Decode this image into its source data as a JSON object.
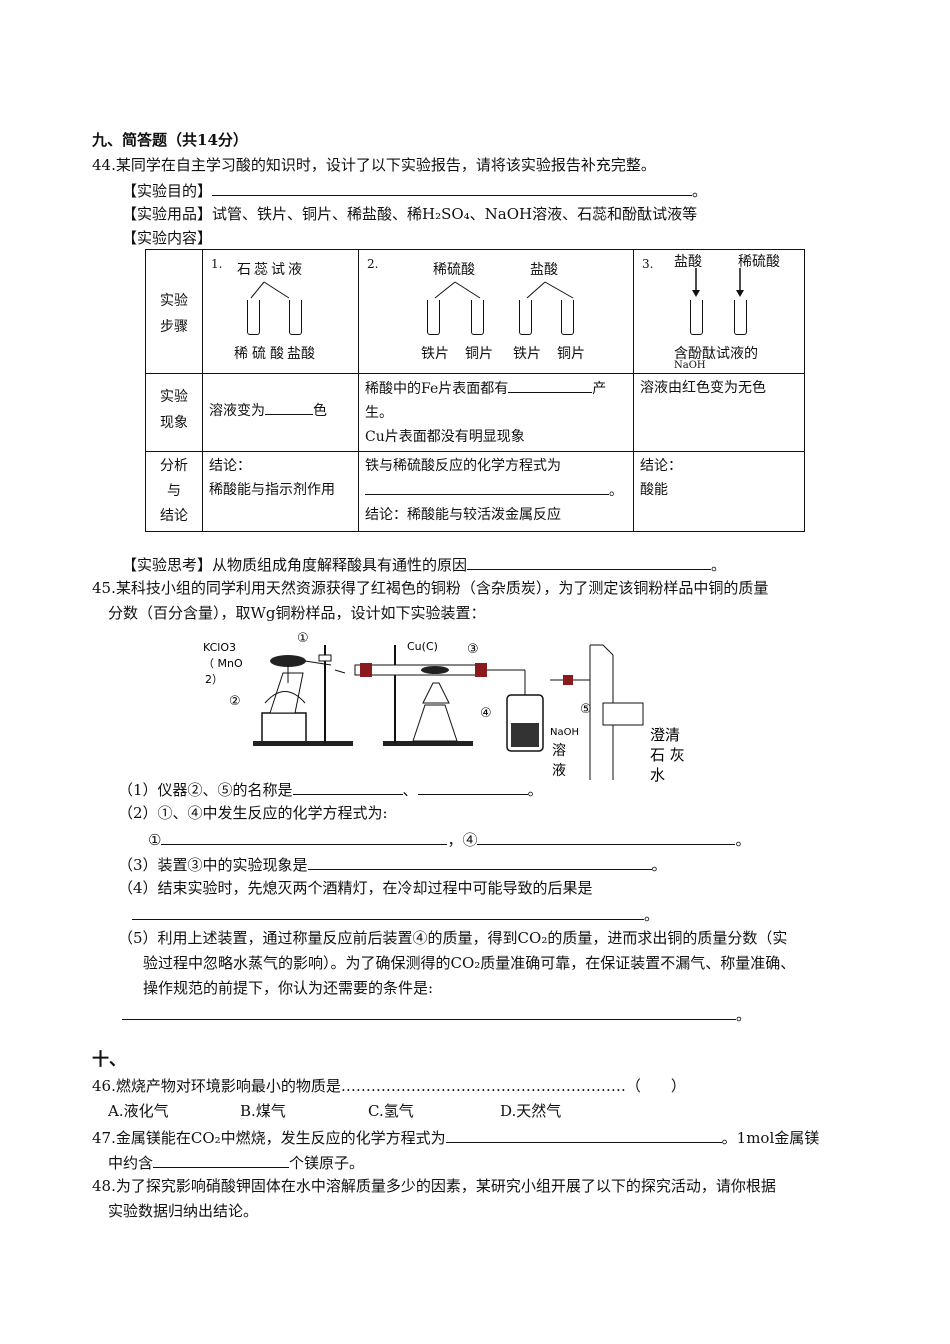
{
  "section9": {
    "title": "九、简答题（共14分）",
    "q44": {
      "stem": "44.某同学在自主学习酸的知识时，设计了以下实验报告，请将该实验报告补充完整。",
      "purpose_label": "【实验目的】",
      "purpose_end": "。",
      "supplies": "【实验用品】试管、铁片、铜片、稀盐酸、稀H₂SO₄、NaOH溶液、石蕊和酚酞试液等",
      "content_label": "【实验内容】",
      "table": {
        "row_steps": "实验步骤",
        "row_steps_a": "实验",
        "row_steps_b": "步骤",
        "row_phen_a": "实验",
        "row_phen_b": "现象",
        "row_conc_a": "分析",
        "row_conc_b": "与",
        "row_conc_c": "结论",
        "c1": {
          "num": "1.",
          "reagent": "石蕊试液",
          "tube_left": "稀硫酸",
          "tube_right": "盐酸",
          "phenomenon_pre": "溶液变为",
          "phenomenon_post": "色",
          "conc_label": "结论：",
          "conc_text": "稀酸能与指示剂作用"
        },
        "c2": {
          "num": "2.",
          "reagent_left": "稀硫酸",
          "reagent_right": "盐酸",
          "tube1": "铁片",
          "tube2": "铜片",
          "tube3": "铁片",
          "tube4": "铜片",
          "phen_line1_pre": "稀酸中的Fe片表面都有",
          "phen_line1_post": "产",
          "phen_line2": "生。",
          "phen_line3": "Cu片表面都没有明显现象",
          "conc_line1": "铁与稀硫酸反应的化学方程式为",
          "conc_line2_end": "。",
          "conc_line3": "结论：稀酸能与较活泼金属反应"
        },
        "c3": {
          "num": "3.",
          "reagent_left": "盐酸",
          "reagent_right": "稀硫酸",
          "bottom": "含酚酞试液的",
          "bottom_small": "NaOH",
          "phenomenon": "溶液由红色变为无色",
          "conc_label": "结论：",
          "conc_text": "酸能"
        }
      },
      "think_label": "【实验思考】从物质组成角度解释酸具有通性的原因",
      "think_end": "。"
    },
    "q45": {
      "stem1": "45.某科技小组的同学利用天然资源获得了红褐色的铜粉（含杂质炭），为了测定该铜粉样品中铜的质量",
      "stem2": "分数（百分含量），取Wg铜粉样品，设计如下实验装置：",
      "diagram": {
        "kclo3": "KClO3",
        "mno2a": "（ MnO",
        "mno2b": "2）",
        "n1": "①",
        "n2": "②",
        "n3": "③",
        "n4": "④",
        "n5": "⑤",
        "cuc": "Cu(C)",
        "naoh": "NaOH",
        "naoh2": "溶",
        "naoh3": "液",
        "lime1": "澄清",
        "lime2": "石 灰",
        "lime3": "水"
      },
      "p1": "（1）仪器②、⑤的名称是",
      "p1_sep": "、",
      "p1_end": "。",
      "p2": "（2）①、④中发生反应的化学方程式为:",
      "p2_a": "①",
      "p2_b": "，④",
      "p2_end": "。",
      "p3": "（3）装置③中的实验现象是",
      "p3_end": "。",
      "p4": "（4）结束实验时，先熄灭两个酒精灯，在冷却过程中可能导致的后果是",
      "p4_end": "。",
      "p5_1": "（5）利用上述装置，通过称量反应前后装置④的质量，得到CO₂的质量，进而求出铜的质量分数（实",
      "p5_2": "验过程中忽略水蒸气的影响）。为了确保测得的CO₂质量准确可靠，在保证装置不漏气、称量准确、",
      "p5_3": "操作规范的前提下，你认为还需要的条件是:",
      "p5_end": "。"
    }
  },
  "section10": {
    "title": "十、",
    "q46": "46.燃烧产物对环境影响最小的物质是…………………………………………………（　　）",
    "q46_opts": [
      "A.液化气",
      "B.煤气",
      "C.氢气",
      "D.天然气"
    ],
    "q47_1": "47.金属镁能在CO₂中燃烧，发生反应的化学方程式为",
    "q47_1_end": "。1mol金属镁",
    "q47_2": "中约含",
    "q47_2_end": "个镁原子。",
    "q48_1": "48.为了探究影响硝酸钾固体在水中溶解质量多少的因素，某研究小组开展了以下的探究活动，请你根据",
    "q48_2": "实验数据归纳出结论。"
  }
}
